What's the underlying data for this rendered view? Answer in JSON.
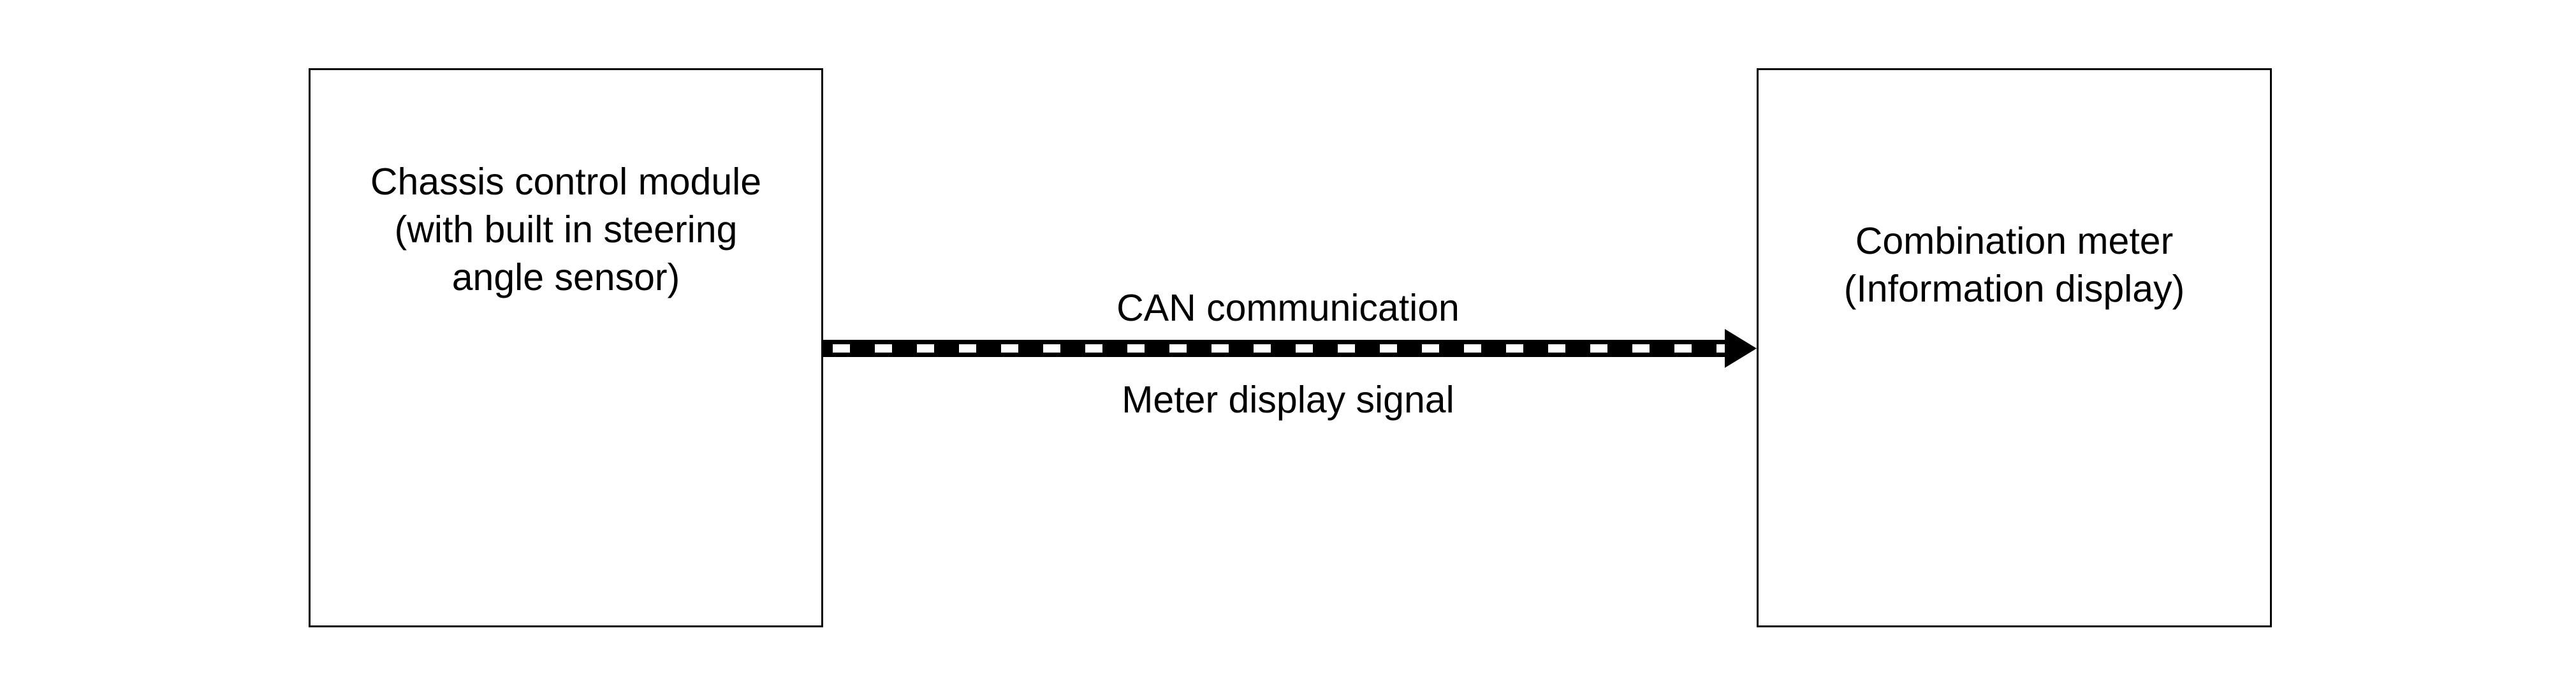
{
  "diagram": {
    "left_box": {
      "lines": [
        "Chassis control module",
        "(with built in steering",
        "angle sensor)"
      ]
    },
    "right_box": {
      "lines": [
        "Combination meter",
        "(Information display)"
      ]
    },
    "connection": {
      "top_label": "CAN communication",
      "bottom_label": "Meter display signal"
    }
  }
}
